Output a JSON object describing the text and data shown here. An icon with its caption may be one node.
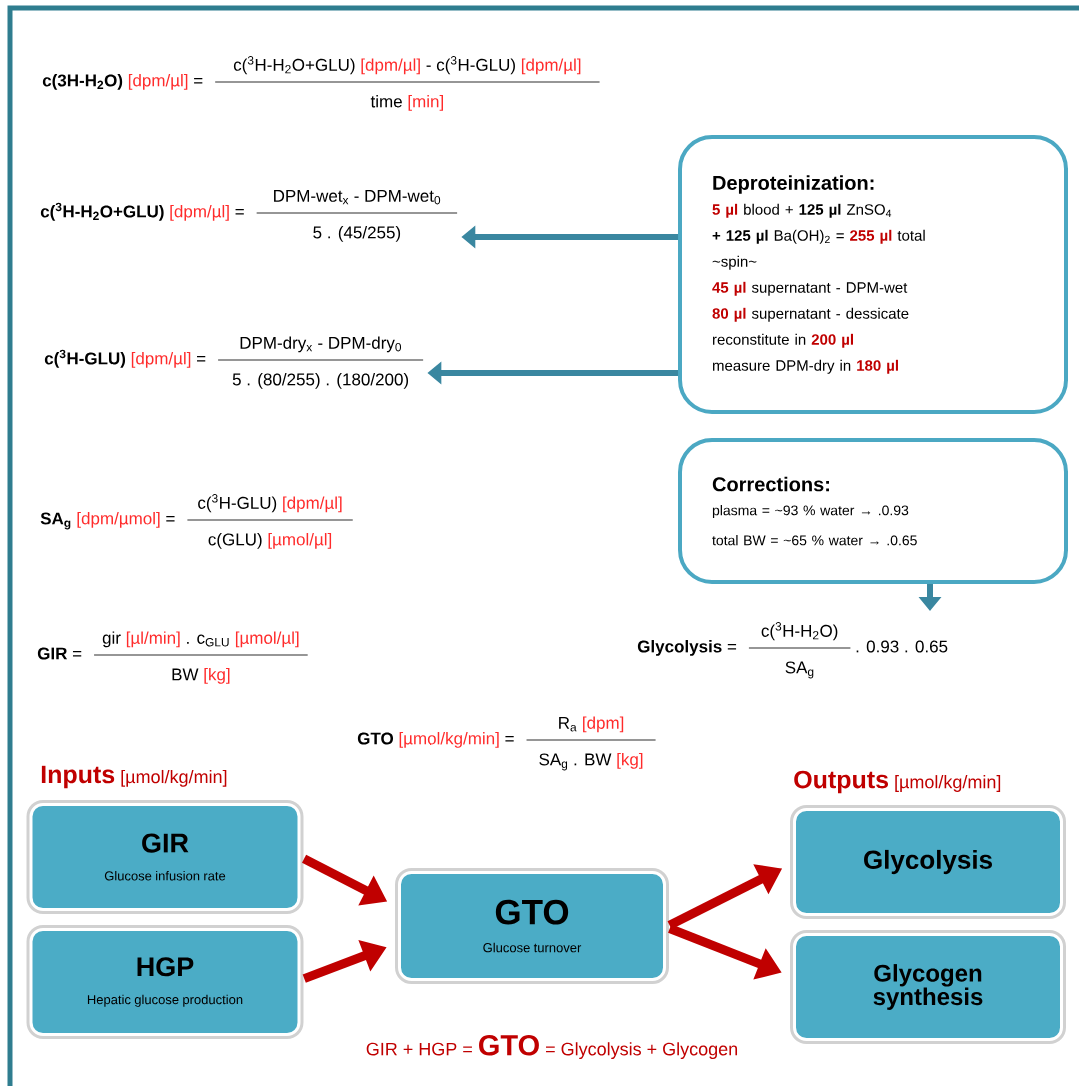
{
  "diagram": {
    "nodes": [
      {
        "text": [
          "Deproteinization:",
          "5 µl",
          "blood + **125 µl** ZnSO$_{4}$",
          "**+ 125 µl** Ba(OH)$_{2}$ =",
          "255 µl",
          "total",
          "~spin~",
          "45 µl",
          "supernatant - DPM-wet",
          "80 µl",
          "supernatant - dessicate",
          "reconstitute in",
          "200 µl",
          "measure DPM-dry in",
          "180 µl"
        ]
      },
      {
        "text": [
          "c($^{3}$H-H$_{2}$O+GLU)",
          "[dpm/µl]",
          "=",
          "DPM-wet$_{x}$ - DPM-wet$_{0}$",
          "5 . (45/255)"
        ]
      },
      {
        "text": [
          "c($^{3}$H-GLU)",
          "[dpm/µl]",
          "=",
          "DPM-dry$_{x}$ - DPM-dry$_{0}$",
          "5 . (80/255) . (180/200)"
        ]
      },
      {
        "text": [
          "Corrections:",
          "plasma = ~93 % water → .0.93",
          "total BW = ~65 % water → .0.65"
        ]
      },
      {
        "text": [
          "Glycolysis",
          "=",
          "c($^{3}$H-H$_{2}$O)",
          "SA$_{g}$",
          ". 0.93 . 0.65"
        ]
      },
      {
        "text": [
          "GIR",
          "Glucose infusion rate"
        ]
      },
      {
        "text": [
          "HGP",
          "Hepatic glucose production"
        ]
      },
      {
        "text": [
          "GTO",
          "Glucose turnover"
        ]
      },
      {
        "text": [
          "Glycolysis"
        ]
      },
      {
        "text": [
          "Glycogen synthesis"
        ]
      }
    ],
    "edges": [
      {
        "from": 0,
        "to": 1,
        "arrow": "to",
        "color": "#3a87a0"
      },
      {
        "from": 0,
        "to": 2,
        "arrow": "to",
        "color": "#3a87a0"
      },
      {
        "from": 3,
        "to": 4,
        "arrow": "to",
        "color": "#3a87a0"
      },
      {
        "from": 5,
        "to": 7,
        "arrow": "to"
      },
      {
        "from": 6,
        "to": 7,
        "arrow": "to"
      },
      {
        "from": 7,
        "to": 8,
        "arrow": "to"
      },
      {
        "from": 7,
        "to": 9,
        "arrow": "to"
      }
    ],
    "labels": [
      "c(3H-H$_{2}$O)",
      "[dpm/µl]",
      "=",
      "c($^{3}$H-H$_{2}$O+GLU)",
      "[dpm/µl]",
      "- c($^{3}$H-GLU)",
      "[dpm/µl]",
      "time",
      "[min]",
      "SA$_{g}$",
      "[dpm/µmol]",
      "=",
      "c($^{3}$H-GLU)",
      "[dpm/µl]",
      "c(GLU)",
      "[µmol/µl]",
      "GIR",
      "=",
      "gir",
      "[µl/min]",
      ". c$_{GLU}$",
      "[µmol/µl]",
      "BW",
      "[kg]",
      "GTO",
      "[µmol/kg/min]",
      "=",
      "R$_{a}$",
      "[dpm]",
      "SA$_{g}$ . BW",
      "[kg]",
      "Inputs",
      "[µmol/kg/min]",
      "Outputs",
      "[µmol/kg/min]",
      "GIR + HGP =",
      "GTO",
      "= Glycolysis + Glycogen"
    ]
  }
}
